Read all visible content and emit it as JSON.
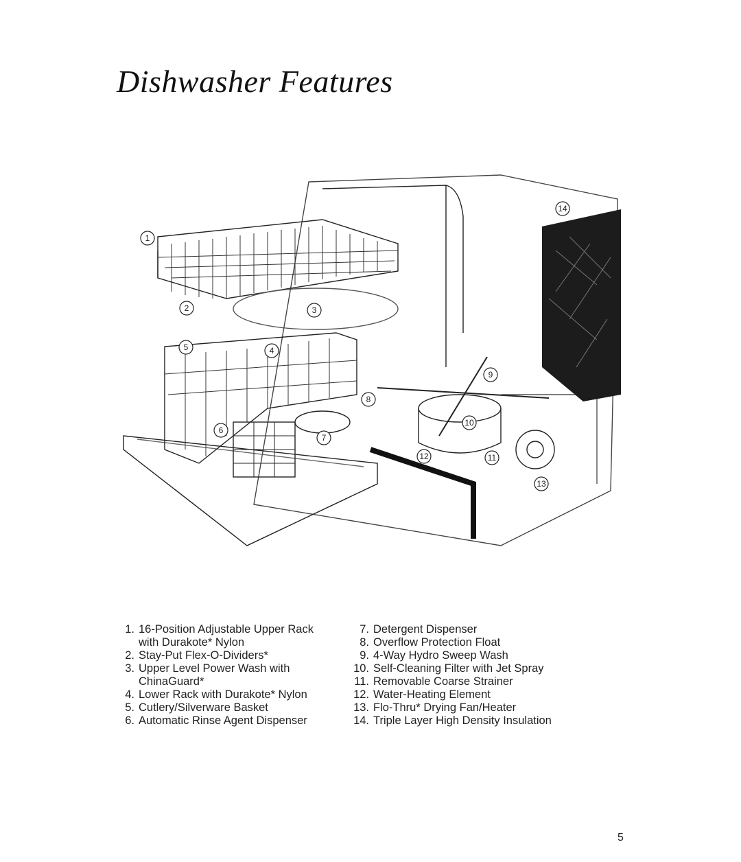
{
  "page": {
    "title": "Dishwasher Features",
    "page_number": "5"
  },
  "illustration": {
    "callouts": [
      "1",
      "2",
      "3",
      "4",
      "5",
      "6",
      "7",
      "8",
      "9",
      "10",
      "11",
      "12",
      "13",
      "14"
    ]
  },
  "features_left": [
    {
      "num": "1.",
      "lines": [
        "16-Position Adjustable Upper Rack",
        "with Durakote* Nylon"
      ]
    },
    {
      "num": "2.",
      "lines": [
        "Stay-Put Flex-O-Dividers*"
      ]
    },
    {
      "num": "3.",
      "lines": [
        "Upper Level Power Wash with",
        "ChinaGuard*"
      ]
    },
    {
      "num": "4.",
      "lines": [
        "Lower Rack with Durakote* Nylon"
      ]
    },
    {
      "num": "5.",
      "lines": [
        "Cutlery/Silverware Basket"
      ]
    },
    {
      "num": "6.",
      "lines": [
        "Automatic Rinse Agent Dispenser"
      ]
    }
  ],
  "features_right": [
    {
      "num": "7.",
      "lines": [
        "Detergent Dispenser"
      ]
    },
    {
      "num": "8.",
      "lines": [
        "Overflow Protection Float"
      ]
    },
    {
      "num": "9.",
      "lines": [
        "4-Way Hydro Sweep Wash"
      ]
    },
    {
      "num": "10.",
      "lines": [
        "Self-Cleaning Filter with Jet Spray"
      ]
    },
    {
      "num": "11.",
      "lines": [
        "Removable Coarse Strainer"
      ]
    },
    {
      "num": "12.",
      "lines": [
        "Water-Heating Element"
      ]
    },
    {
      "num": "13.",
      "lines": [
        "Flo-Thru* Drying Fan/Heater"
      ]
    },
    {
      "num": "14.",
      "lines": [
        "Triple Layer High Density Insulation"
      ]
    }
  ]
}
